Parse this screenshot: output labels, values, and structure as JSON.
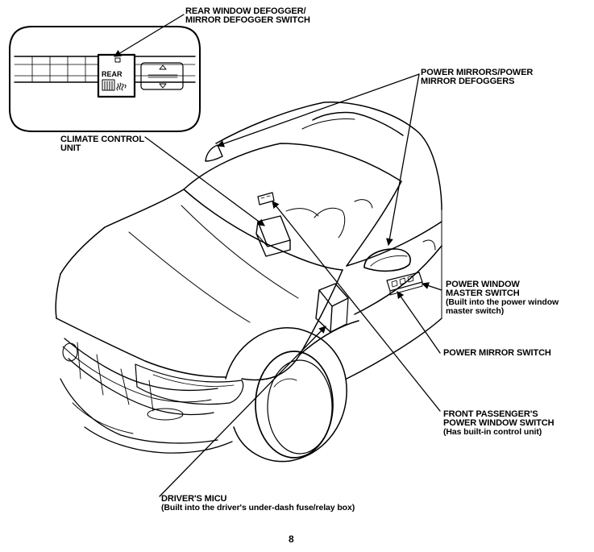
{
  "callouts": {
    "rear_defogger": [
      "REAR WINDOW DEFOGGER/",
      "MIRROR DEFOGGER SWITCH"
    ],
    "power_mirrors": [
      "POWER MIRRORS/POWER",
      "MIRROR DEFOGGERS"
    ],
    "climate_control": [
      "CLIMATE CONTROL",
      "UNIT"
    ],
    "pw_master": [
      "POWER WINDOW",
      "MASTER SWITCH",
      "(Built into the power window",
      "master switch)"
    ],
    "mirror_switch": [
      "POWER MIRROR SWITCH"
    ],
    "front_passenger": [
      "FRONT PASSENGER'S",
      "POWER WINDOW SWITCH",
      "(Has built-in control unit)"
    ],
    "drivers_micu": [
      "DRIVER'S MICU",
      "(Built into the driver's under-dash fuse/relay box)"
    ]
  },
  "inset": {
    "button_label": "REAR"
  },
  "page_number": "8"
}
